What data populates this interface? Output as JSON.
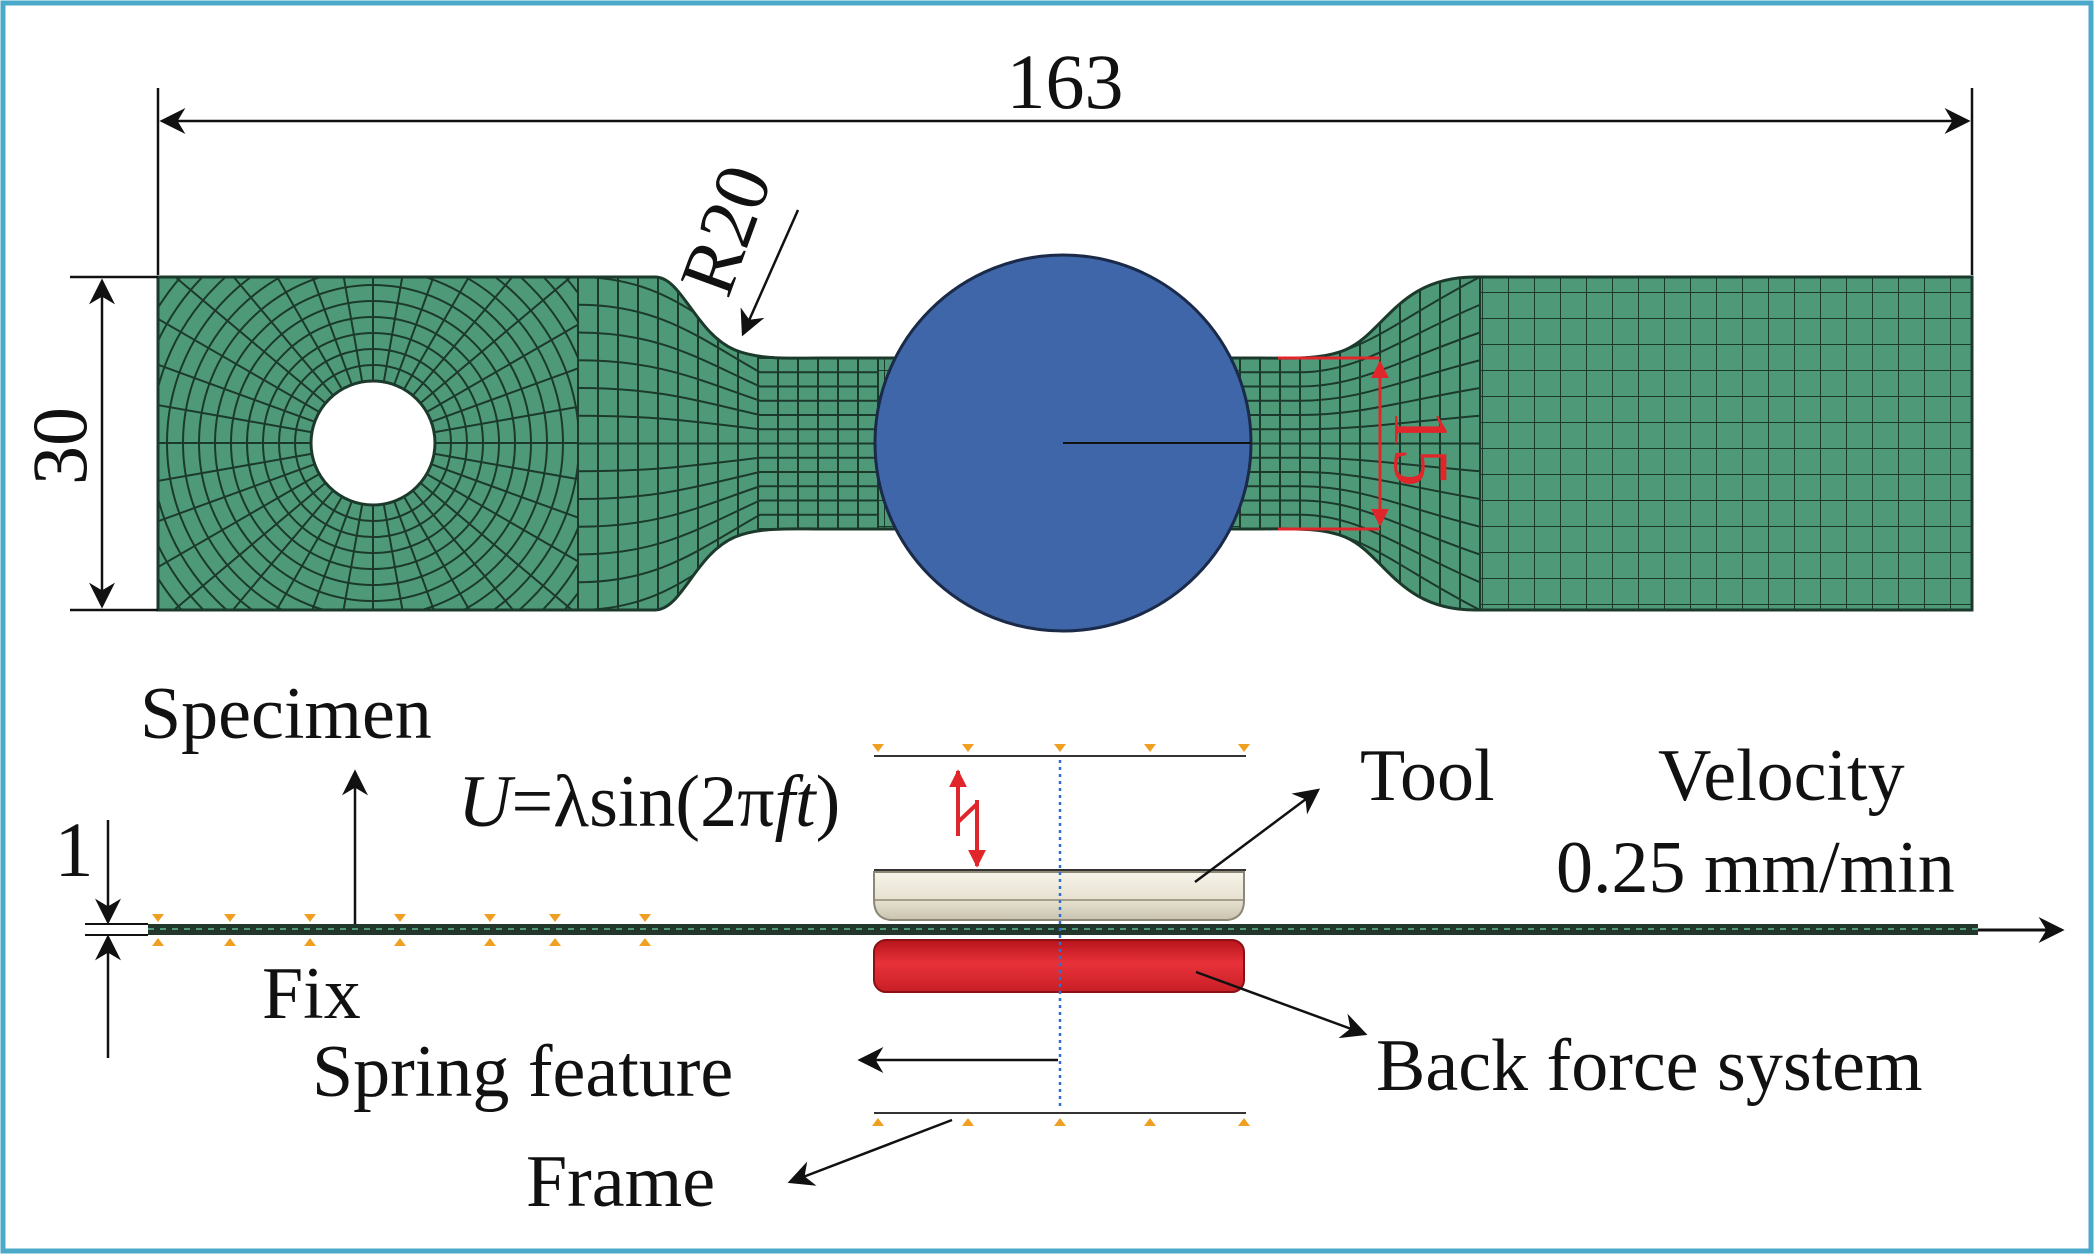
{
  "dimensions": {
    "length": "163",
    "width": "30",
    "radius": "R20",
    "gauge": "15",
    "thickness": "1"
  },
  "labels": {
    "specimen": "Specimen",
    "fix": "Fix",
    "spring_feature": "Spring feature",
    "frame": "Frame",
    "tool": "Tool",
    "velocity": "Velocity",
    "velocity_value": "0.25 mm/min",
    "back_force_system": "Back force system",
    "displacement_eq": {
      "U": "U",
      "eq_mid": "=λsin(2π",
      "ft": "ft",
      "close": ")"
    }
  },
  "colors": {
    "border": "#4aa8c9",
    "mesh_fill": "#4e9a78",
    "mesh_line": "#1c3a2c",
    "tool_disk": "#3e66a8",
    "back_force": "#d8262e",
    "tool_plate": "#ece8dc",
    "accent_red": "#e0262b",
    "support": "#f0a020",
    "spring_line": "#2f6fd0"
  }
}
